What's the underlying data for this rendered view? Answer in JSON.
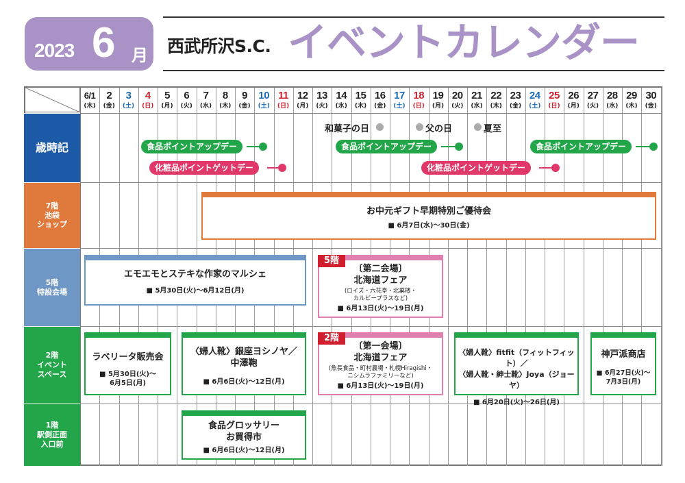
{
  "header": {
    "year": "2023",
    "month": "6",
    "month_kanji": "月",
    "mall_name": "西武所沢S.C.",
    "title": "イベントカレンダー",
    "badge_color": "#a992c6"
  },
  "days": [
    {
      "d": "1",
      "w": "(木)",
      "c": "#222",
      "prefix": "6/"
    },
    {
      "d": "2",
      "w": "(金)",
      "c": "#222"
    },
    {
      "d": "3",
      "w": "(土)",
      "c": "#1a6bb5"
    },
    {
      "d": "4",
      "w": "(日)",
      "c": "#d01f2e"
    },
    {
      "d": "5",
      "w": "(月)",
      "c": "#222"
    },
    {
      "d": "6",
      "w": "(火)",
      "c": "#222"
    },
    {
      "d": "7",
      "w": "(水)",
      "c": "#222"
    },
    {
      "d": "8",
      "w": "(木)",
      "c": "#222"
    },
    {
      "d": "9",
      "w": "(金)",
      "c": "#222"
    },
    {
      "d": "10",
      "w": "(土)",
      "c": "#1a6bb5"
    },
    {
      "d": "11",
      "w": "(日)",
      "c": "#d01f2e"
    },
    {
      "d": "12",
      "w": "(月)",
      "c": "#222"
    },
    {
      "d": "13",
      "w": "(火)",
      "c": "#222"
    },
    {
      "d": "14",
      "w": "(水)",
      "c": "#222"
    },
    {
      "d": "15",
      "w": "(木)",
      "c": "#222"
    },
    {
      "d": "16",
      "w": "(金)",
      "c": "#222"
    },
    {
      "d": "17",
      "w": "(土)",
      "c": "#1a6bb5"
    },
    {
      "d": "18",
      "w": "(日)",
      "c": "#d01f2e"
    },
    {
      "d": "19",
      "w": "(月)",
      "c": "#222"
    },
    {
      "d": "20",
      "w": "(火)",
      "c": "#222"
    },
    {
      "d": "21",
      "w": "(水)",
      "c": "#222"
    },
    {
      "d": "22",
      "w": "(木)",
      "c": "#222"
    },
    {
      "d": "23",
      "w": "(金)",
      "c": "#222"
    },
    {
      "d": "24",
      "w": "(土)",
      "c": "#1a6bb5"
    },
    {
      "d": "25",
      "w": "(日)",
      "c": "#d01f2e"
    },
    {
      "d": "26",
      "w": "(月)",
      "c": "#222"
    },
    {
      "d": "27",
      "w": "(火)",
      "c": "#222"
    },
    {
      "d": "28",
      "w": "(水)",
      "c": "#222"
    },
    {
      "d": "29",
      "w": "(木)",
      "c": "#222"
    },
    {
      "d": "30",
      "w": "(金)",
      "c": "#222"
    }
  ],
  "rows": [
    {
      "label": "歳時記",
      "color": "#1c5aa8"
    },
    {
      "label": "7階\n池袋\nショップ",
      "color": "#df7a3c"
    },
    {
      "label": "5階\n特設会場",
      "color": "#6f97c6"
    },
    {
      "label": "2階\nイベント\nスペース",
      "color": "#23a64a"
    },
    {
      "label": "1階\n駅側正面\n入口前",
      "color": "#23a64a"
    }
  ],
  "seasonal": {
    "wagashi": "和菓子の日",
    "fathers_day": "父の日",
    "geshi": "夏至",
    "food_point": "食品ポイントアップデー",
    "cosme_point": "化粧品ポイントゲットデー"
  },
  "events": {
    "ochugen": {
      "title": "お中元ギフト早期特別ご優待会",
      "date": "■ 6月7日(水)〜30日(金)"
    },
    "marche": {
      "title": "エモエモとステキな作家のマルシェ",
      "date": "■ 5月30日(火)〜6月12日(月)"
    },
    "hokkaido2": {
      "floor": "5階",
      "title": "〔第二会場〕\n北海道フェア",
      "sub": "(ロイズ・六花亭・北菓楼・\nカルビープラスなど)",
      "date": "■ 6月13日(火)〜19日(月)"
    },
    "laverita": {
      "title": "ラベリータ販売会",
      "date": "■ 5月30日(火)〜\n6月5日(月)"
    },
    "yoshinoya": {
      "title": "〈婦人靴〉銀座ヨシノヤ／\n中澤鞄",
      "date": "■ 6月6日(火)〜12日(月)"
    },
    "hokkaido1": {
      "floor": "2階",
      "title": "〔第一会場〕\n北海道フェア",
      "sub": "(魚長食品・町村農場・札幌Hiragishi・\nニシムラファミリーなど)",
      "date": "■ 6月13日(火)〜19日(月)"
    },
    "fitfit": {
      "title": "〈婦人靴〉fitfit（フィットフィット）／\n〈婦人靴・紳士靴〉Joya（ジョーヤ）",
      "date": "■ 6月20日(火)〜26日(月)"
    },
    "kobe": {
      "title": "神戸派商店",
      "date": "■ 6月27日(火)〜\n7月3日(月)"
    },
    "grocery": {
      "title": "食品グロッサリー\nお買得市",
      "date": "■ 6月6日(火)〜12日(月)"
    }
  }
}
